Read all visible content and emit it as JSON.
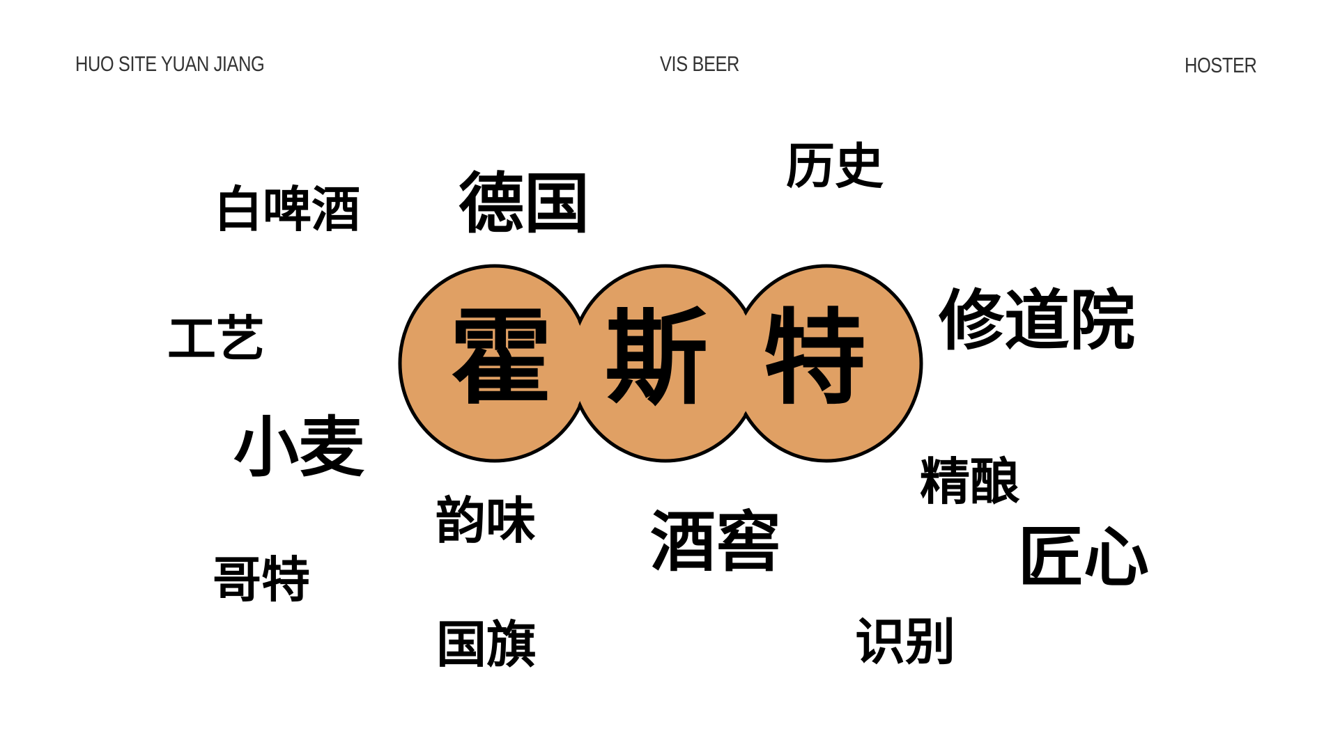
{
  "header": {
    "left": "HUO SITE YUAN JIANG",
    "center": "VIS BEER",
    "right": "HOSTER"
  },
  "logo": {
    "fill_color": "#E0A064",
    "stroke_color": "#000000",
    "chars": [
      "霍",
      "斯",
      "特"
    ]
  },
  "keywords": {
    "baipijiu": "白啤酒",
    "deguo": "德国",
    "lishi": "历史",
    "gongyi": "工艺",
    "xiudaoyuan": "修道院",
    "xiaomai": "小麦",
    "jingniang": "精酿",
    "yunwei": "韵味",
    "jiujiao": "酒窖",
    "jiangxin": "匠心",
    "gete": "哥特",
    "guoqi": "国旗",
    "shibie": "识别"
  }
}
